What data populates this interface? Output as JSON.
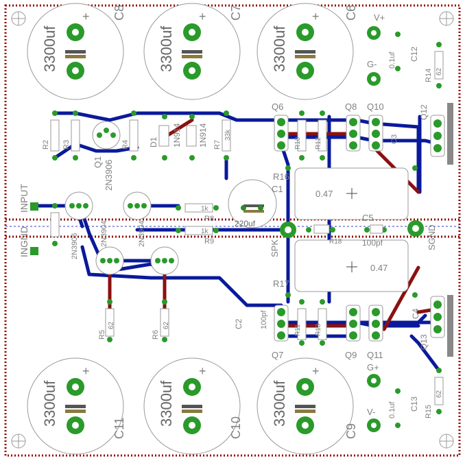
{
  "caps_large": [
    {
      "ref": "C8",
      "value": "3300uf"
    },
    {
      "ref": "C7",
      "value": "3300uf"
    },
    {
      "ref": "C6",
      "value": "3300uf"
    },
    {
      "ref": "C11",
      "value": "3300uf"
    },
    {
      "ref": "C10",
      "value": "3300uf"
    },
    {
      "ref": "C9",
      "value": "3300uf"
    }
  ],
  "labels": {
    "vplus": "V+",
    "gminus": "G-",
    "gplus": "G+",
    "vminus": "V-",
    "c12_val": "0.1uf",
    "c12": "C12",
    "c13_val": "0.1uf",
    "c13": "C13",
    "r14": "R14",
    "r15": "R15",
    "r14_val": "62",
    "r15_val": "62",
    "input": "INPUT",
    "ingnd": "INGND",
    "q1": "Q1",
    "q1_part": "2N3906",
    "r2": "R2",
    "r3": "R3",
    "r4": "R4",
    "r7": "R7",
    "r7_val": "33k",
    "d1": "D1",
    "d2": "1N914",
    "d3": "1N914",
    "q6": "Q6",
    "q7": "Q7",
    "q8": "Q8",
    "q9": "Q9",
    "q10": "Q10",
    "q11": "Q11",
    "q12": "Q12",
    "q13": "Q13",
    "r16": "R16",
    "r17": "R17",
    "res1": "0.47",
    "res2": "0.47",
    "c1": "C1",
    "c5": "C5",
    "c5_val": "100pf",
    "c2": "C2",
    "c2_val": "100pf",
    "c3": "C3",
    "c4": "C4",
    "r8": "R8",
    "r9": "R9",
    "r8_val": "1k",
    "r9_val": "1k",
    "cap220": "220uf",
    "spk": "SPK",
    "sgnd": "SGND",
    "r5": "R5",
    "r6": "R6",
    "r5_val": "62",
    "r6_val": "62",
    "q2": "2N3906",
    "q3": "2N3904",
    "q4": "2N3904",
    "r10": "R10",
    "r11": "R11",
    "r12": "R12",
    "r13": "R13",
    "r18": "R18",
    "k1": "1K",
    "k2": "1K"
  }
}
